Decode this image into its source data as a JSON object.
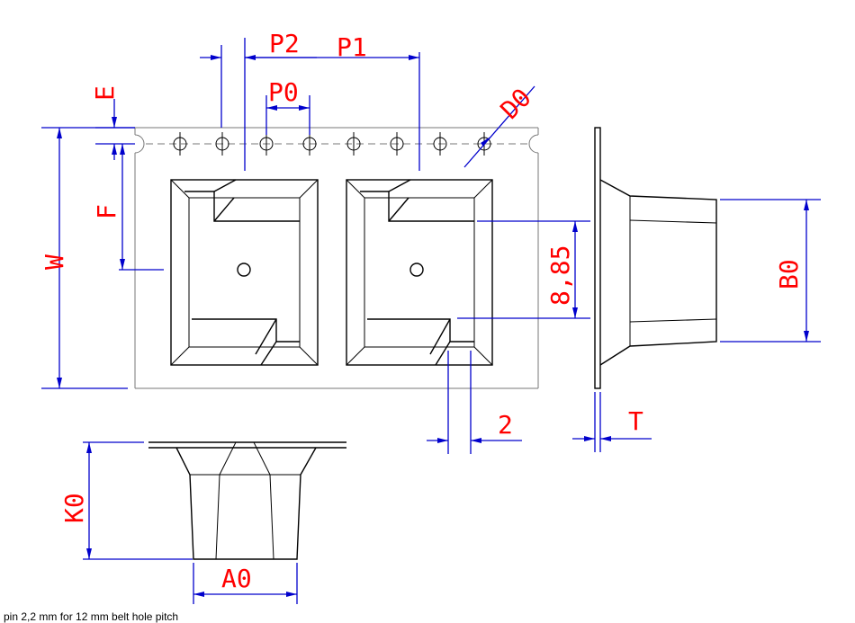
{
  "labels": {
    "P2": "P2",
    "P1": "P1",
    "P0": "P0",
    "D0": "D0",
    "E": "E",
    "F": "F",
    "W": "W",
    "dim_885": "8,85",
    "B0": "B0",
    "dim_2": "2",
    "T": "T",
    "K0": "K0",
    "A0": "A0"
  },
  "footer_note": "pin 2,2 mm for 12 mm belt hole pitch",
  "colors": {
    "outline": "#000000",
    "dimension": "#0000cc",
    "label": "#ff0000",
    "tape": "#777777"
  }
}
